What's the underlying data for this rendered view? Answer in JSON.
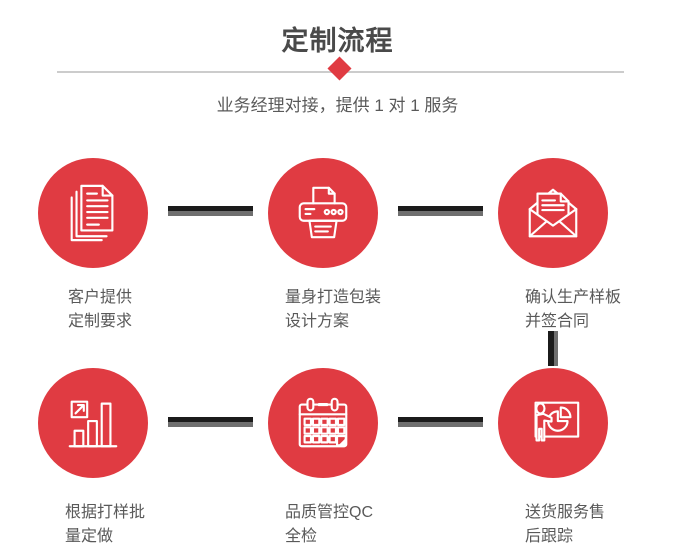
{
  "header": {
    "title": "定制流程",
    "subtitle": "业务经理对接，提供 1 对 1 服务"
  },
  "steps": [
    {
      "icon": "stacked-documents-icon",
      "label_line1": "客户提供",
      "label_line2": "定制要求"
    },
    {
      "icon": "printer-icon",
      "label_line1": "量身打造包装",
      "label_line2": "设计方案"
    },
    {
      "icon": "open-envelope-letter-icon",
      "label_line1": "确认生产样板",
      "label_line2": "并签合同"
    },
    {
      "icon": "growth-bar-chart-icon",
      "label_line1": "根据打样批",
      "label_line2": "量定做"
    },
    {
      "icon": "calendar-icon",
      "label_line1": "品质管控QC",
      "label_line2": "全检"
    },
    {
      "icon": "presentation-pie-chart-icon",
      "label_line1": "送货服务售",
      "label_line2": "后跟踪"
    }
  ],
  "colors": {
    "accent_red": "#e03b42",
    "title_text": "#4a4a4a",
    "body_text": "#595959",
    "connector_dark": "#1b1b1b",
    "connector_gray": "#6f6f6f",
    "divider_line": "#cccccc"
  }
}
